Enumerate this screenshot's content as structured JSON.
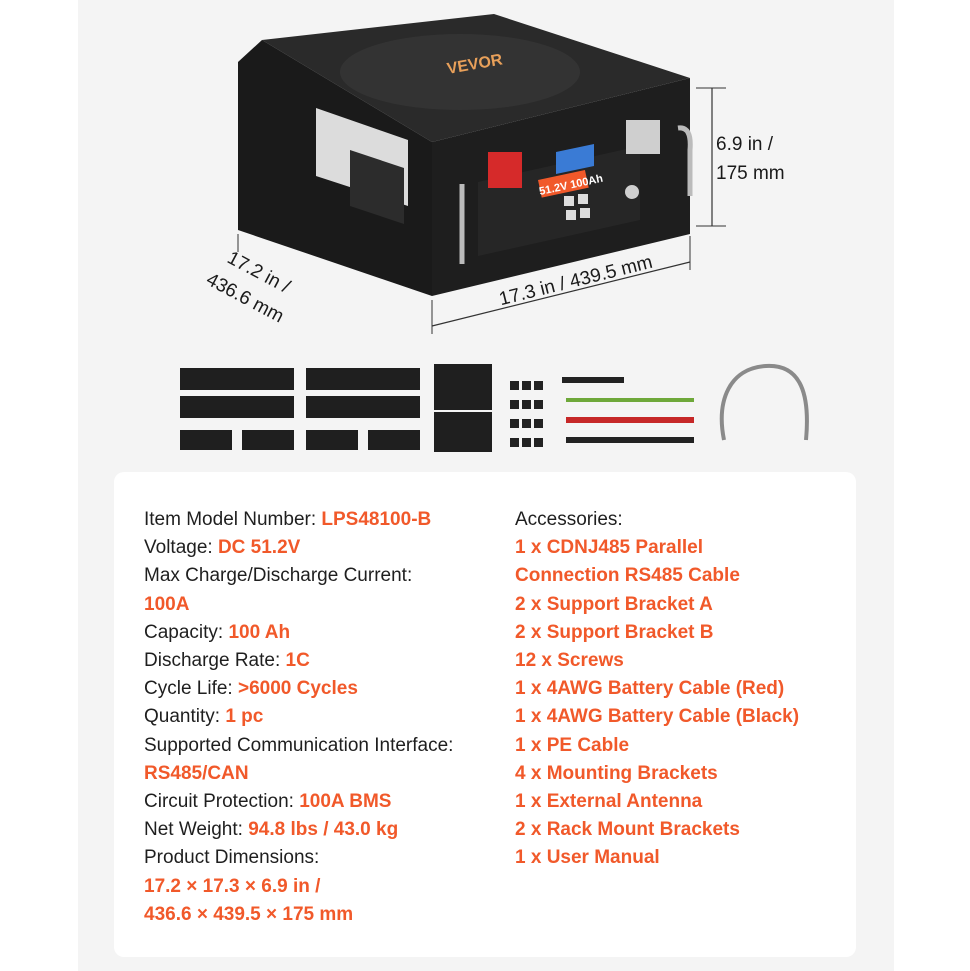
{
  "colors": {
    "accent": "#f1592a",
    "text": "#1f1f1f",
    "battery_body": "#1e1e1e",
    "panel_bg": "#f4f4f4"
  },
  "product": {
    "brand": "VEVOR",
    "lcd_text": "51.2V 100Ah",
    "dimensions": {
      "height_line1": "6.9 in /",
      "height_line2": "175 mm",
      "depth_line1": "17.2 in /",
      "depth_line2": "436.6 mm",
      "width": "17.3 in / 439.5 mm"
    }
  },
  "specs": [
    {
      "label": "Item Model Number: ",
      "value": "LPS48100-B",
      "wrap": false
    },
    {
      "label": "Voltage: ",
      "value": "DC 51.2V",
      "wrap": false
    },
    {
      "label": "Max Charge/Discharge Current:",
      "value": "100A",
      "wrap": true
    },
    {
      "label": "Capacity: ",
      "value": "100 Ah",
      "wrap": false
    },
    {
      "label": "Discharge Rate: ",
      "value": "1C",
      "wrap": false
    },
    {
      "label": "Cycle Life: ",
      "value": ">6000 Cycles",
      "wrap": false
    },
    {
      "label": "Quantity: ",
      "value": "1 pc",
      "wrap": false
    },
    {
      "label": "Supported Communication Interface:",
      "value": "RS485/CAN",
      "wrap": true
    },
    {
      "label": "Circuit Protection: ",
      "value": "100A BMS",
      "wrap": false
    },
    {
      "label": "Net Weight: ",
      "value": "94.8 lbs / 43.0 kg",
      "wrap": false
    },
    {
      "label": "Product Dimensions:",
      "value": "17.2 × 17.3 × 6.9 in /",
      "value2": "436.6 × 439.5 × 175 mm",
      "wrap": true
    }
  ],
  "accessories": {
    "title": "Accessories:",
    "items": [
      "1 x CDNJ485 Parallel",
      "Connection RS485 Cable",
      "2 x Support Bracket A",
      "2 x Support Bracket B",
      "12 x Screws",
      "1 x 4AWG Battery Cable (Red)",
      "1 x 4AWG Battery Cable (Black)",
      "1 x PE Cable",
      "4 x Mounting Brackets",
      "1 x External Antenna",
      "2 x Rack Mount Brackets",
      "1 x User Manual"
    ]
  }
}
